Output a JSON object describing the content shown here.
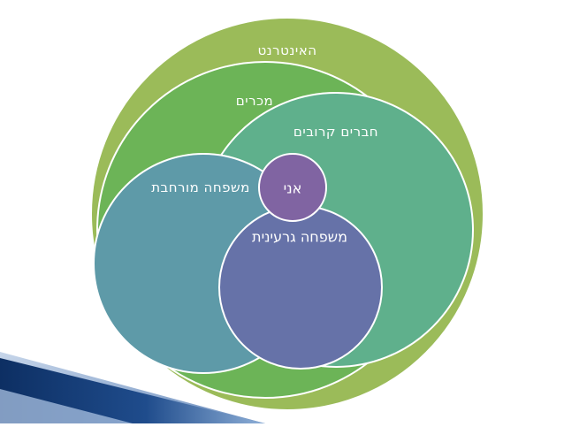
{
  "diagram": {
    "circles": [
      {
        "id": "internet",
        "label": "האינטרנט",
        "color": "#9bbb59"
      },
      {
        "id": "acquaintances",
        "label": "מכרים",
        "color": "#6cb457"
      },
      {
        "id": "close-friends",
        "label": "חברים קרובים",
        "color": "#5fb08c"
      },
      {
        "id": "extended-family",
        "label": "משפחה מורחבת",
        "color": "#5e9aa8"
      },
      {
        "id": "nuclear-family",
        "label": "משפחה גרעינית",
        "color": "#6672a8"
      },
      {
        "id": "me",
        "label": "אני",
        "color": "#8064a2"
      }
    ]
  }
}
